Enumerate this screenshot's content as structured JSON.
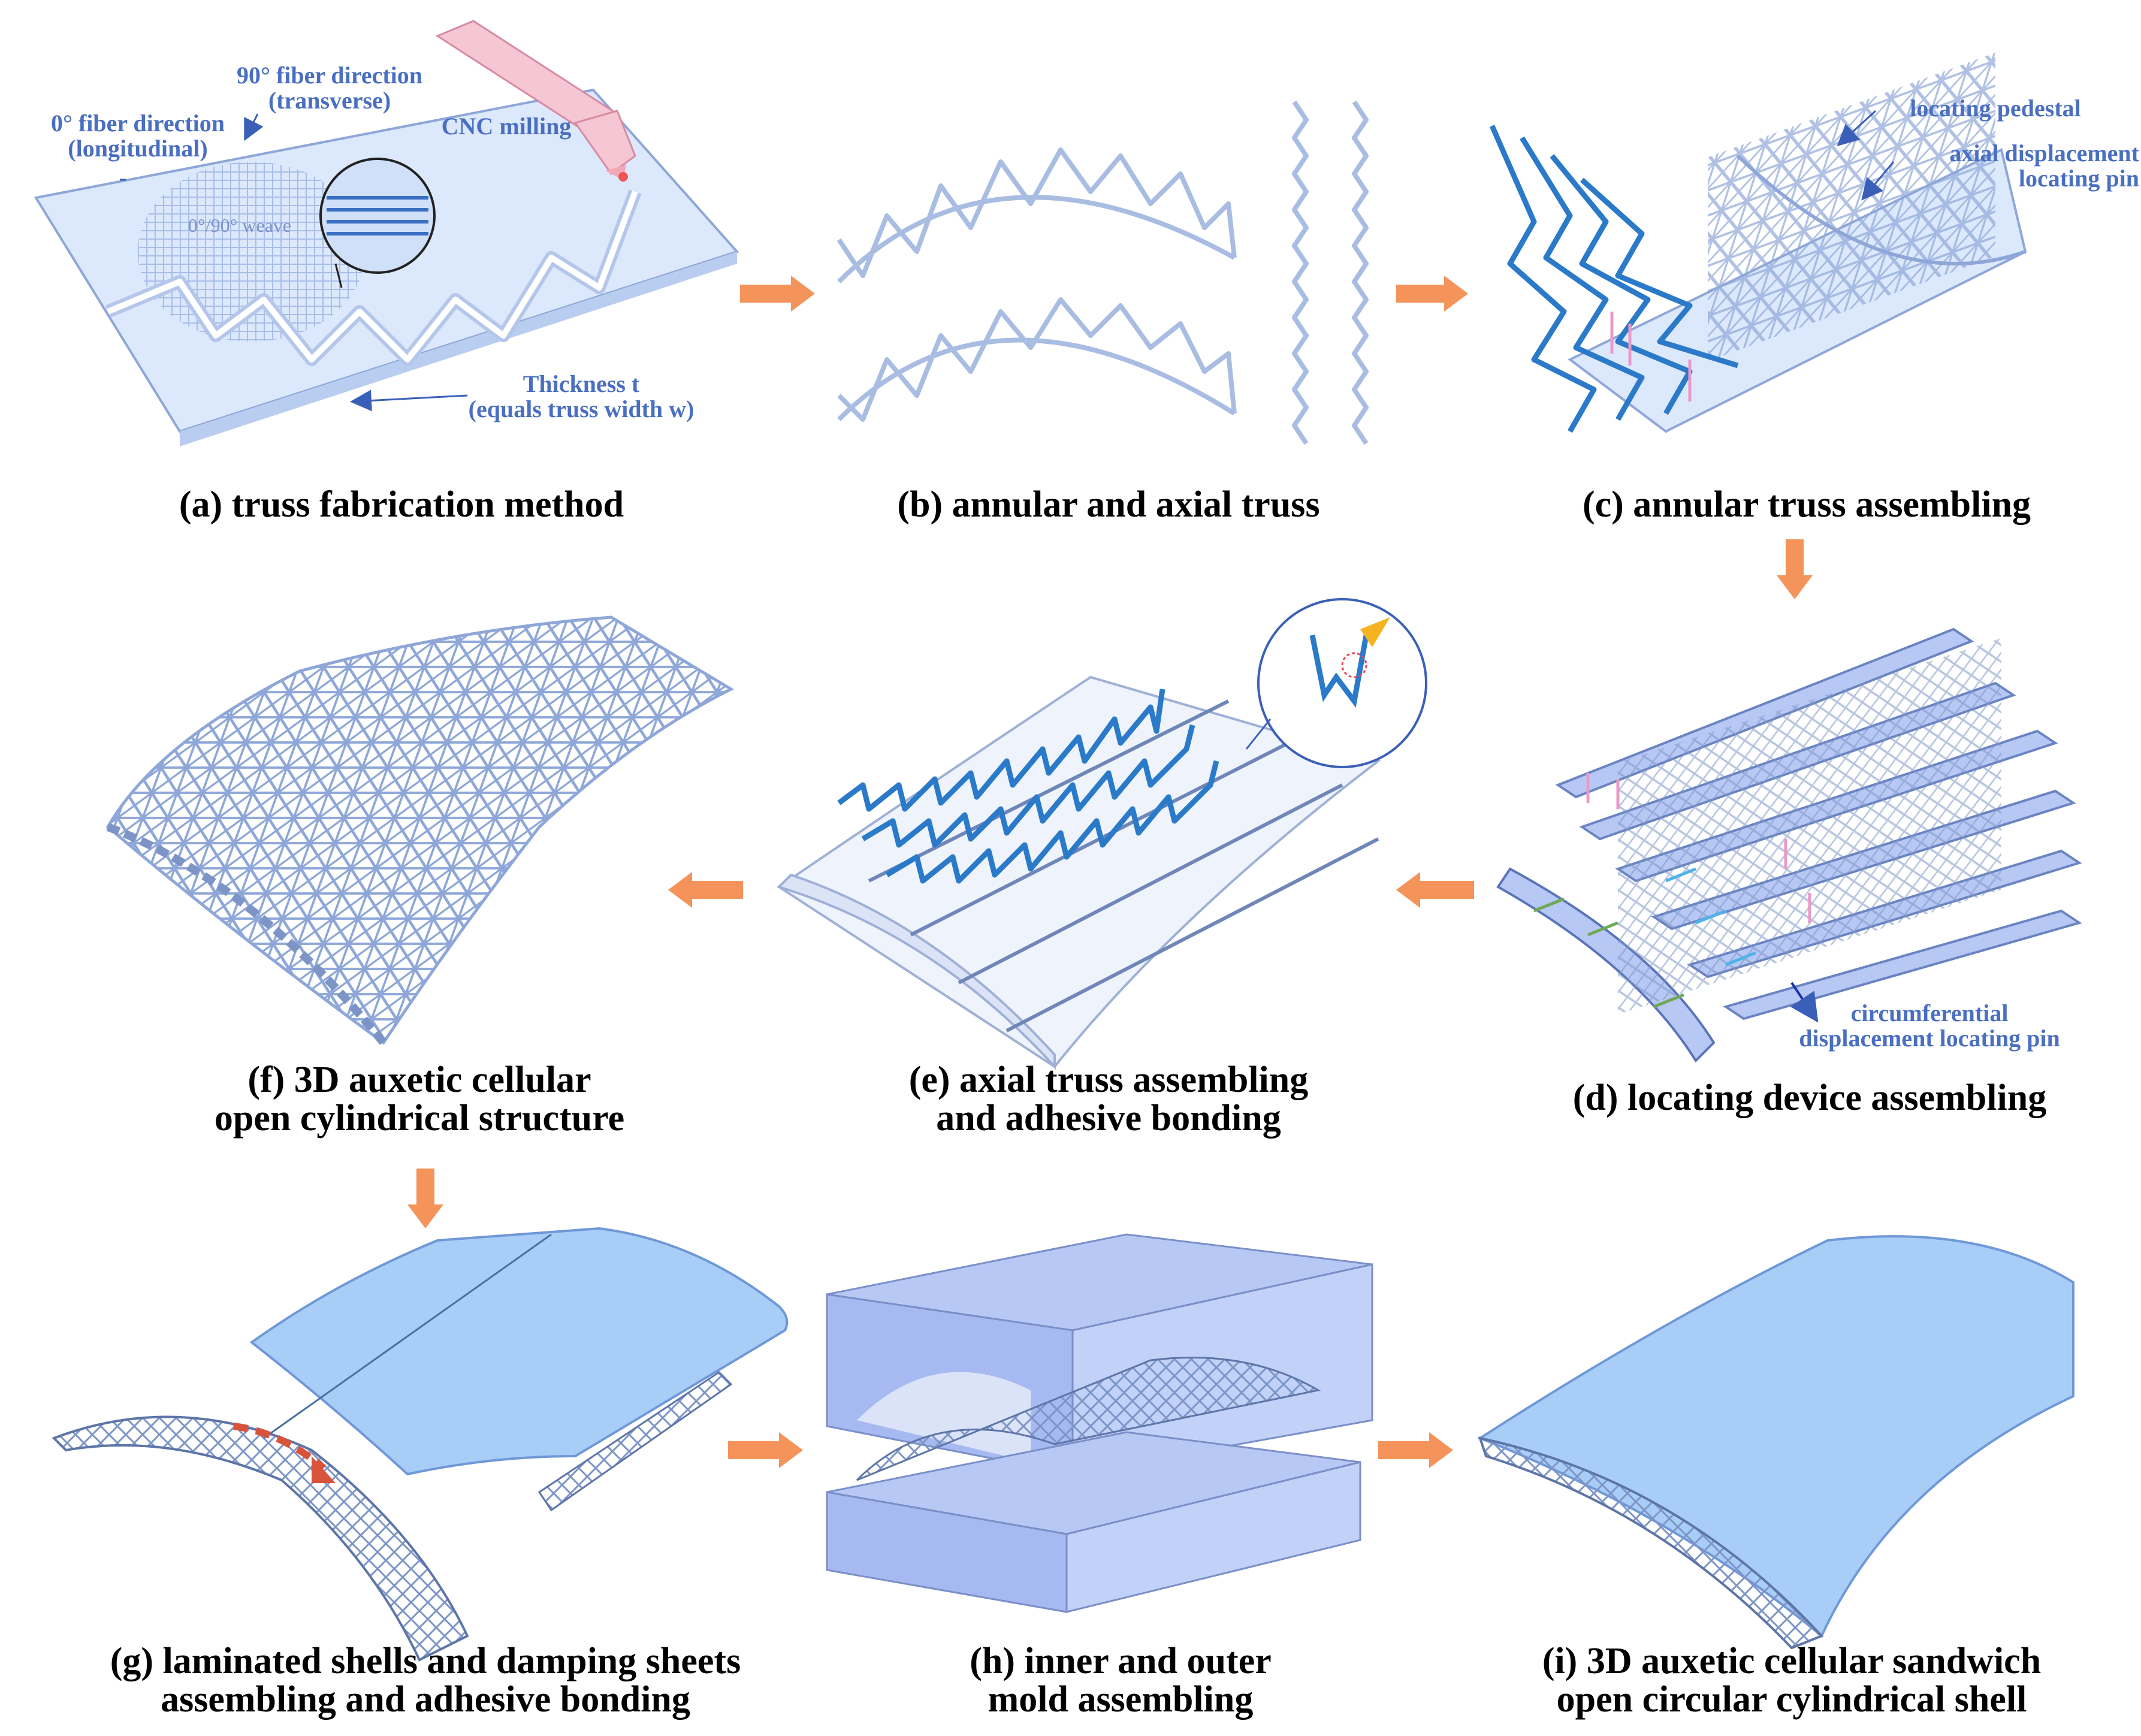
{
  "panels": {
    "a": {
      "caption": "(a) truss fabrication method",
      "labels": {
        "fiber0": "0° fiber direction\n(longitudinal)",
        "fiber90": "90° fiber direction\n(transverse)",
        "cnc": "CNC milling",
        "weave": "0°/90° weave",
        "thickness": "Thickness t\n(equals truss width w)"
      }
    },
    "b": {
      "caption": "(b) annular and axial truss"
    },
    "c": {
      "caption": "(c) annular truss assembling",
      "labels": {
        "pedestal": "locating pedestal",
        "axial_pin": "axial displacement\nlocating pin"
      }
    },
    "d": {
      "caption": "(d) locating device assembling",
      "labels": {
        "circ_pin": "circumferential\ndisplacement locating pin"
      }
    },
    "e": {
      "caption": "(e) axial truss assembling\nand adhesive bonding"
    },
    "f": {
      "caption": "(f) 3D auxetic cellular\nopen cylindrical structure"
    },
    "g": {
      "caption": "(g)  laminated shells and damping sheets\nassembling and adhesive bonding"
    },
    "h": {
      "caption": "(h)  inner and outer\nmold assembling"
    },
    "i": {
      "caption": "(i) 3D auxetic cellular sandwich\nopen circular cylindrical shell"
    }
  },
  "colors": {
    "truss": "#a9bde3",
    "truss_dark": "#2a7ac9",
    "panel_fill": "#dce8fb",
    "shell": "#a8cdf7",
    "mold": "#b8c8f5",
    "arrow": "#f4935a",
    "label": "#4a6fc2",
    "red_arrow": "#d9523a",
    "pink": "#e89ac8"
  }
}
